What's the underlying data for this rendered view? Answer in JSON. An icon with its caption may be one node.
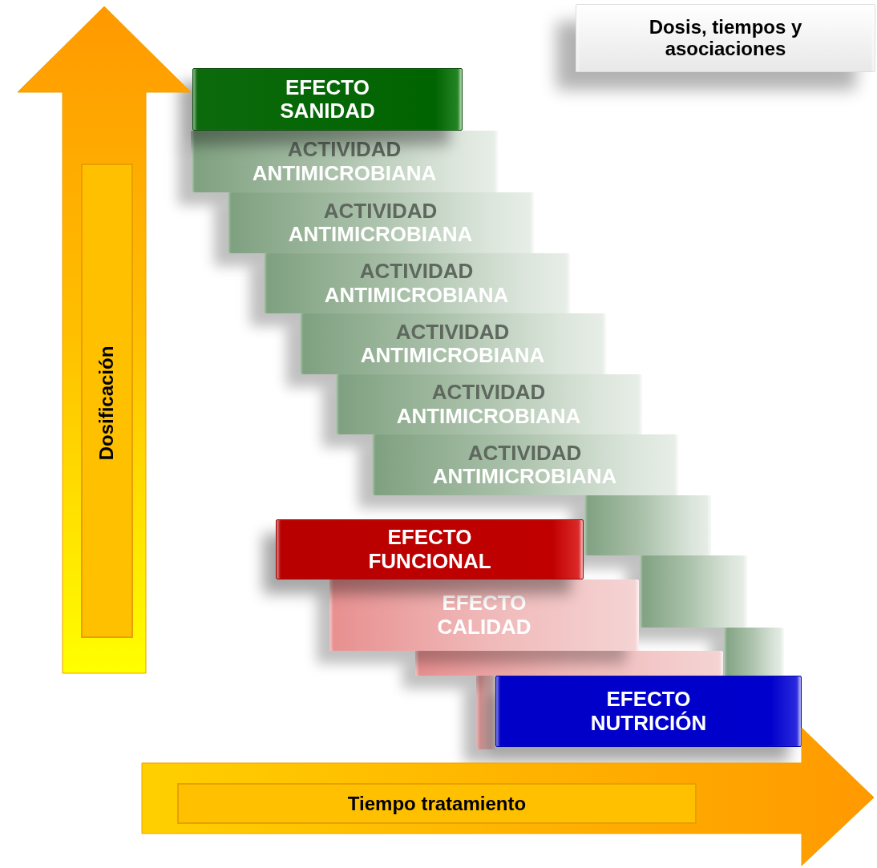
{
  "diagram": {
    "nodes": [
      {
        "text": [
          "Dosis, tiempos y asociaciones"
        ]
      },
      {
        "text": [
          "Dosificación"
        ]
      },
      {
        "text": [
          "EFECTO SANIDAD"
        ]
      },
      {
        "text": [
          "ACTIVIDAD",
          "ANTIMICROBIANA"
        ]
      },
      {
        "text": [
          "ACTIVIDAD",
          "ANTIMICROBIANA"
        ]
      },
      {
        "text": [
          "ACTIVIDAD",
          "ANTIMICROBIANA"
        ]
      },
      {
        "text": [
          "ACTIVIDAD",
          "ANTIMICROBIANA"
        ]
      },
      {
        "text": [
          "ACTIVIDAD",
          "ANTIMICROBIANA"
        ]
      },
      {
        "text": [
          "ACTIVIDAD",
          "ANTIMICROBIANA"
        ]
      },
      {
        "text": [],
        "shape": "box"
      },
      {
        "text": [],
        "shape": "box"
      },
      {
        "text": [],
        "shape": "box"
      },
      {
        "text": [
          "EFECTO FUNCIONAL"
        ]
      },
      {
        "text": [
          "EFECTO CALIDAD"
        ]
      },
      {
        "text": [],
        "shape": "box"
      },
      {
        "text": [],
        "shape": "box"
      },
      {
        "text": [
          "EFECTO NUTRICIÓN"
        ]
      },
      {
        "text": [
          "Tiempo tratamiento"
        ]
      }
    ],
    "edges": []
  }
}
